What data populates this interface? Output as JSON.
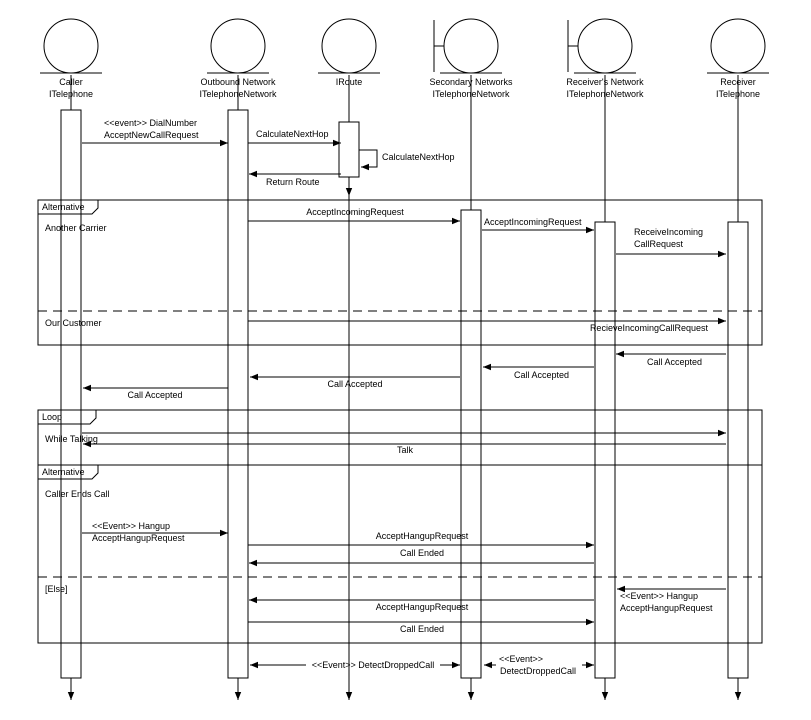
{
  "lifelines": [
    {
      "name": "Caller",
      "type": "ITelephone",
      "kind": "entity"
    },
    {
      "name": "Outbound Network",
      "type": "ITelephoneNetwork",
      "kind": "entity"
    },
    {
      "name": "IRoute",
      "type": "",
      "kind": "entity"
    },
    {
      "name": "Secondary Networks",
      "type": "ITelephoneNetwork",
      "kind": "boundary"
    },
    {
      "name": "Receiver's Network",
      "type": "ITelephoneNetwork",
      "kind": "boundary"
    },
    {
      "name": "Receiver",
      "type": "ITelephone",
      "kind": "entity"
    }
  ],
  "fragments": [
    {
      "label": "Alternative",
      "guards": [
        "Another Carrier",
        "Our Customer"
      ]
    },
    {
      "label": "Loop",
      "guards": [
        "While Talking"
      ]
    },
    {
      "label": "Alternative",
      "guards": [
        "Caller Ends Call",
        "[Else]"
      ]
    }
  ],
  "messages": [
    {
      "from": "Caller",
      "to": "Outbound Network",
      "text": [
        "<<event>> DialNumber",
        "AcceptNewCallRequest"
      ]
    },
    {
      "from": "Outbound Network",
      "to": "IRoute",
      "text": [
        "CalculateNextHop"
      ]
    },
    {
      "from": "IRoute",
      "to": "IRoute",
      "text": [
        "CalculateNextHop"
      ]
    },
    {
      "from": "IRoute",
      "to": "Outbound Network",
      "text": [
        "Return Route"
      ]
    },
    {
      "from": "Outbound Network",
      "to": "Secondary Networks",
      "text": [
        "AcceptIncomingRequest"
      ]
    },
    {
      "from": "Secondary Networks",
      "to": "Receiver's Network",
      "text": [
        "AcceptIncomingRequest"
      ]
    },
    {
      "from": "Receiver's Network",
      "to": "Receiver",
      "text": [
        "ReceiveIncoming",
        "CallRequest"
      ]
    },
    {
      "from": "Outbound Network",
      "to": "Receiver",
      "text": [
        "RecieveIncomingCallRequest"
      ]
    },
    {
      "from": "Receiver",
      "to": "Receiver's Network",
      "text": [
        "Call Accepted"
      ]
    },
    {
      "from": "Receiver's Network",
      "to": "Secondary Networks",
      "text": [
        "Call Accepted"
      ]
    },
    {
      "from": "Secondary Networks",
      "to": "Outbound Network",
      "text": [
        "Call Accepted"
      ]
    },
    {
      "from": "Outbound Network",
      "to": "Caller",
      "text": [
        "Call Accepted"
      ]
    },
    {
      "from": "Caller",
      "to": "Receiver",
      "text": []
    },
    {
      "from": "Receiver",
      "to": "Caller",
      "text": [
        "Talk"
      ]
    },
    {
      "from": "Caller",
      "to": "Outbound Network",
      "text": [
        "<<Event>> Hangup",
        "AcceptHangupRequest"
      ]
    },
    {
      "from": "Outbound Network",
      "to": "Receiver's Network",
      "text": [
        "AcceptHangupRequest"
      ]
    },
    {
      "from": "Receiver's Network",
      "to": "Outbound Network",
      "text": [
        "Call Ended"
      ]
    },
    {
      "from": "Receiver",
      "to": "Receiver's Network",
      "text": [
        "<<Event>> Hangup",
        "AcceptHangupRequest"
      ]
    },
    {
      "from": "Receiver's Network",
      "to": "Outbound Network",
      "text": [
        "AcceptHangupRequest"
      ]
    },
    {
      "from": "Outbound Network",
      "to": "Receiver's Network",
      "text": [
        "Call Ended"
      ]
    },
    {
      "from": "Outbound Network",
      "to": "Secondary Networks",
      "text": [
        "<<Event>> DetectDroppedCall"
      ]
    },
    {
      "from": "Secondary Networks",
      "to": "Receiver's Network",
      "text": [
        "<<Event>>",
        "DetectDroppedCall"
      ]
    }
  ]
}
